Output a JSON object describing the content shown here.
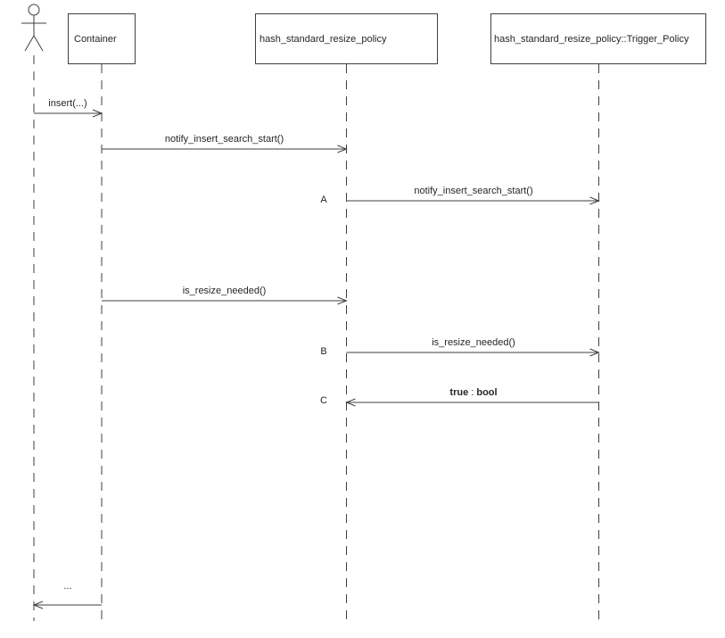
{
  "diagram_type": "uml-sequence-diagram",
  "colors": {
    "line": "#3f3f3f",
    "text": "#262626",
    "background": "#ffffff"
  },
  "participants": [
    {
      "kind": "actor",
      "label": ""
    },
    {
      "kind": "object",
      "label": "Container"
    },
    {
      "kind": "object",
      "label": "hash_standard_resize_policy"
    },
    {
      "kind": "object",
      "label": "hash_standard_resize_policy::Trigger_Policy"
    }
  ],
  "messages": [
    {
      "from": "actor",
      "to": "Container",
      "label": "insert(...)"
    },
    {
      "from": "Container",
      "to": "hash_standard_resize_policy",
      "label": "notify_insert_search_start()"
    },
    {
      "from": "hash_standard_resize_policy",
      "to": "hash_standard_resize_policy::Trigger_Policy",
      "label": "notify_insert_search_start()",
      "marker": "A"
    },
    {
      "from": "Container",
      "to": "hash_standard_resize_policy",
      "label": "is_resize_needed()"
    },
    {
      "from": "hash_standard_resize_policy",
      "to": "hash_standard_resize_policy::Trigger_Policy",
      "label": "is_resize_needed()",
      "marker": "B"
    },
    {
      "from": "hash_standard_resize_policy::Trigger_Policy",
      "to": "hash_standard_resize_policy",
      "marker": "C",
      "parts": {
        "left": "true",
        "sep": " : ",
        "right": "bool"
      }
    },
    {
      "from": "Container",
      "to": "actor",
      "label": "..."
    }
  ]
}
